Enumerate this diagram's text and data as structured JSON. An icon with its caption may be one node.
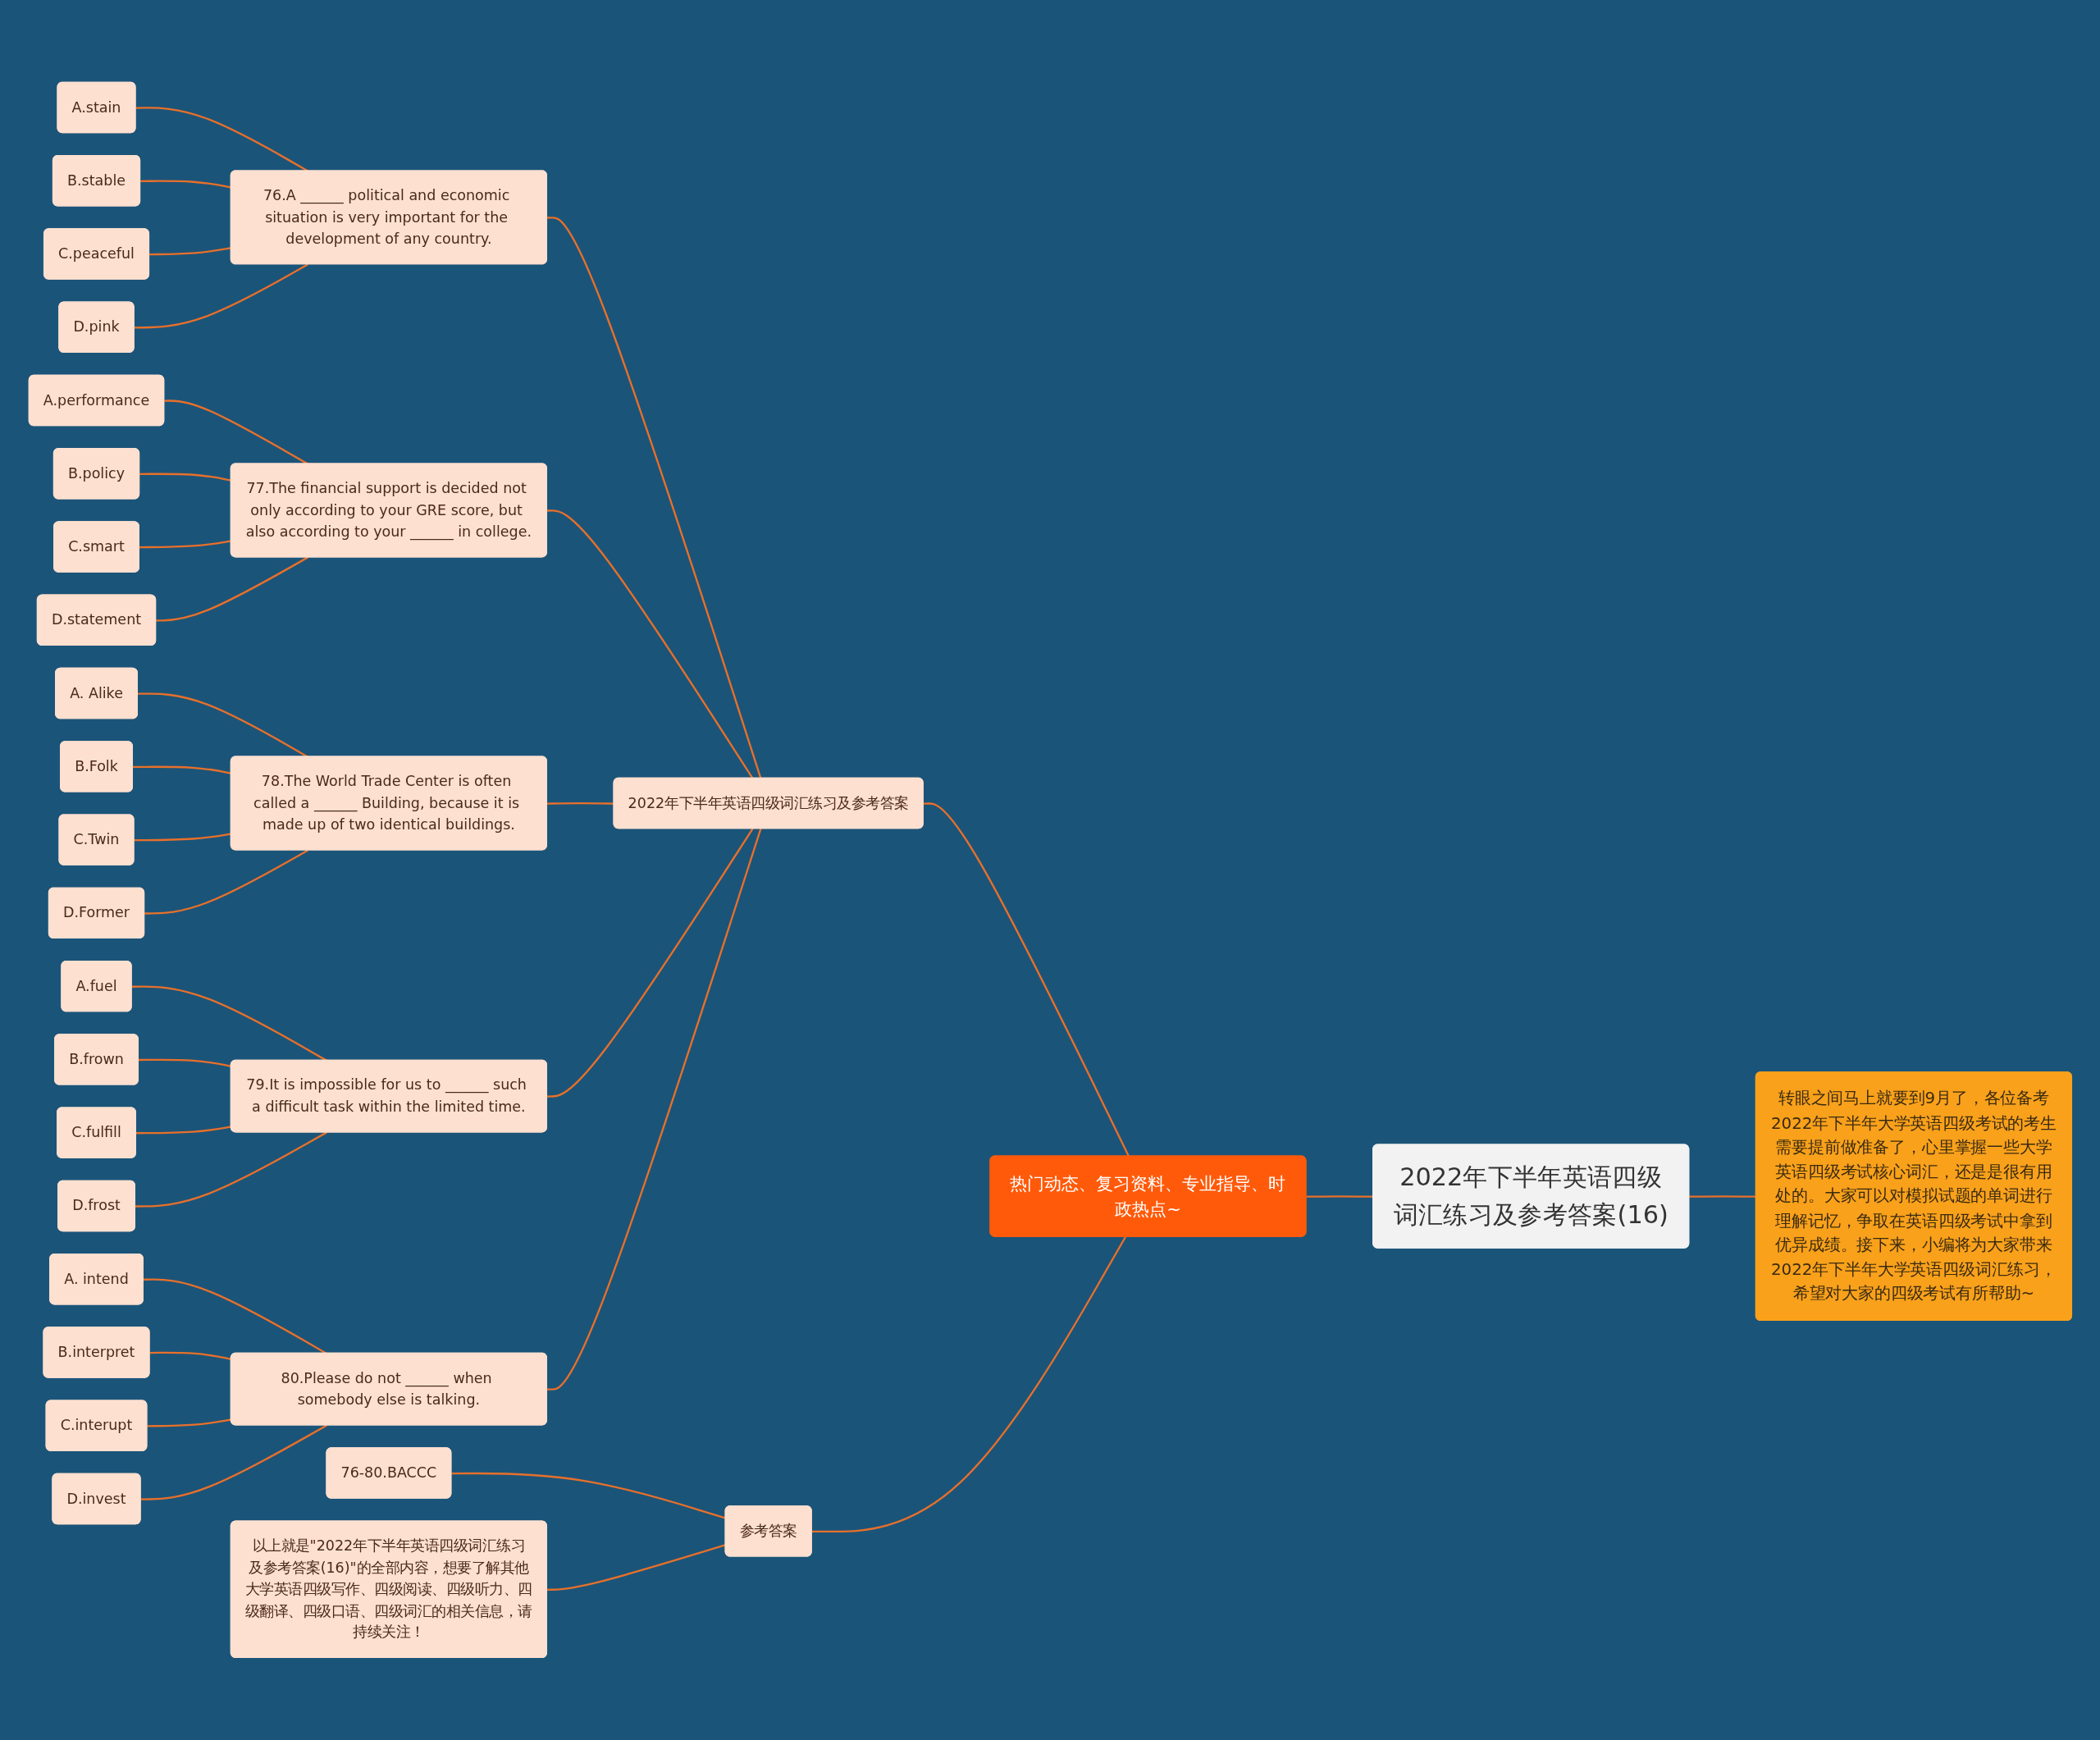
{
  "diagram": {
    "nodes": [
      {
        "text": [
          "2022年下半年英语四级词汇练习及参考答案(16)"
        ]
      },
      {
        "text": [
          "热门动态、复习资料、专业指导、时政热点~"
        ]
      },
      {
        "text": [
          "转眼之间马上就要到9月了，各位备考2022年下半年大学英语四级考试的考生需要提前做准备了，心里掌握一些大学英语四级考试核心词汇，还是是很有用处的。大家可以对模拟试题的单词进行理解记忆，争取在英语四级考试中拿到优异成绩。接下来，小编将为大家带来2022年下半年大学英语四级词汇练习，希望对大家的四级考试有所帮助~"
        ]
      },
      {
        "text": [
          "2022年下半年英语四级词汇练习及参考答案"
        ]
      },
      {
        "text": [
          "76.A ______ political and economic situation is very important for the development of any country."
        ]
      },
      {
        "text": [
          "A.stain"
        ]
      },
      {
        "text": [
          "B.stable"
        ]
      },
      {
        "text": [
          "C.peaceful"
        ]
      },
      {
        "text": [
          "D.pink"
        ]
      },
      {
        "text": [
          "77.The financial support is decided not only according to your GRE score, but also according to your ______ in college."
        ]
      },
      {
        "text": [
          "A.performance"
        ]
      },
      {
        "text": [
          "B.policy"
        ]
      },
      {
        "text": [
          "C.smart"
        ]
      },
      {
        "text": [
          "D.statement"
        ]
      },
      {
        "text": [
          "78.The World Trade Center is often called a ______ Building, because it is made up of two identical buildings."
        ]
      },
      {
        "text": [
          "A. Alike"
        ]
      },
      {
        "text": [
          "B.Folk"
        ]
      },
      {
        "text": [
          "C.Twin"
        ]
      },
      {
        "text": [
          "D.Former"
        ]
      },
      {
        "text": [
          "79.It is impossible for us to ______ such a difficult task within the limited time."
        ]
      },
      {
        "text": [
          "A.fuel"
        ]
      },
      {
        "text": [
          "B.frown"
        ]
      },
      {
        "text": [
          "C.fulfill"
        ]
      },
      {
        "text": [
          "D.frost"
        ]
      },
      {
        "text": [
          "80.Please do not ______ when somebody else is talking."
        ]
      },
      {
        "text": [
          "A. intend"
        ]
      },
      {
        "text": [
          "B.interpret"
        ]
      },
      {
        "text": [
          "C.interupt"
        ]
      },
      {
        "text": [
          "D.invest"
        ]
      },
      {
        "text": [
          "参考答案"
        ]
      },
      {
        "text": [
          "76-80.BACCC"
        ]
      },
      {
        "text": [
          "以上就是\"2022年下半年英语四级词汇练习及参考答案(16)\"的全部内容，想要了解其他大学英语四级写作、四级阅读、四级听力、四级翻译、四级口语、四级词汇的相关信息，请持续关注！"
        ]
      }
    ],
    "edges": [
      {
        "from": 0,
        "to": 1,
        "arrow": "none"
      },
      {
        "from": 0,
        "to": 2,
        "arrow": "none"
      },
      {
        "from": 1,
        "to": 3,
        "arrow": "none"
      },
      {
        "from": 3,
        "to": 4,
        "arrow": "none"
      },
      {
        "from": 4,
        "to": 5,
        "arrow": "none"
      },
      {
        "from": 4,
        "to": 6,
        "arrow": "none"
      },
      {
        "from": 4,
        "to": 7,
        "arrow": "none"
      },
      {
        "from": 4,
        "to": 8,
        "arrow": "none"
      },
      {
        "from": 3,
        "to": 9,
        "arrow": "none"
      },
      {
        "from": 9,
        "to": 10,
        "arrow": "none"
      },
      {
        "from": 9,
        "to": 11,
        "arrow": "none"
      },
      {
        "from": 9,
        "to": 12,
        "arrow": "none"
      },
      {
        "from": 9,
        "to": 13,
        "arrow": "none"
      },
      {
        "from": 3,
        "to": 14,
        "arrow": "none"
      },
      {
        "from": 14,
        "to": 15,
        "arrow": "none"
      },
      {
        "from": 14,
        "to": 16,
        "arrow": "none"
      },
      {
        "from": 14,
        "to": 17,
        "arrow": "none"
      },
      {
        "from": 14,
        "to": 18,
        "arrow": "none"
      },
      {
        "from": 3,
        "to": 19,
        "arrow": "none"
      },
      {
        "from": 19,
        "to": 20,
        "arrow": "none"
      },
      {
        "from": 19,
        "to": 21,
        "arrow": "none"
      },
      {
        "from": 19,
        "to": 22,
        "arrow": "none"
      },
      {
        "from": 19,
        "to": 23,
        "arrow": "none"
      },
      {
        "from": 3,
        "to": 24,
        "arrow": "none"
      },
      {
        "from": 24,
        "to": 25,
        "arrow": "none"
      },
      {
        "from": 24,
        "to": 26,
        "arrow": "none"
      },
      {
        "from": 24,
        "to": 27,
        "arrow": "none"
      },
      {
        "from": 24,
        "to": 28,
        "arrow": "none"
      },
      {
        "from": 1,
        "to": 29,
        "arrow": "none"
      },
      {
        "from": 29,
        "to": 30,
        "arrow": "none"
      },
      {
        "from": 29,
        "to": 31,
        "arrow": "none"
      }
    ]
  }
}
